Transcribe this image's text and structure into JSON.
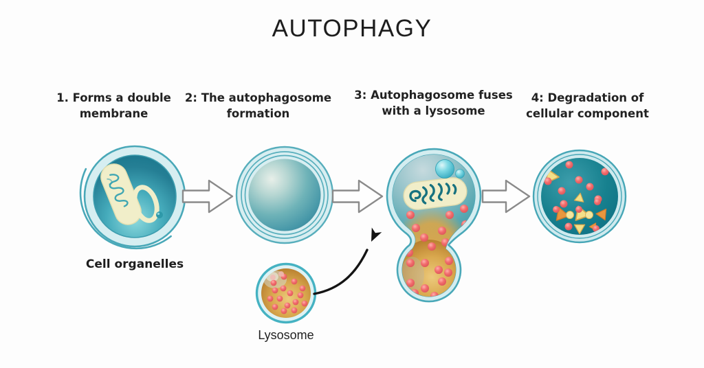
{
  "title": "AUTOPHAGY",
  "steps": [
    {
      "label": "1. Forms a double membrane"
    },
    {
      "label": "2: The autophagosome formation"
    },
    {
      "label": "3: Autophagosome fuses with a lysosome"
    },
    {
      "label": "4: Degradation of cellular component"
    }
  ],
  "captions": {
    "cell_organelles": "Cell organelles",
    "lysosome": "Lysosome"
  },
  "colors": {
    "background": "#fdfdfd",
    "text": "#1d1d1d",
    "membrane_fill": "#d6eef1",
    "membrane_stroke": "#49a8b8",
    "cell_teal_dark": "#1f7f94",
    "cell_teal_light": "#8edade",
    "organelle_cream": "#f1eec9",
    "cristae_teal": "#17727f",
    "lysosome_orange": "#d9a84e",
    "lysosome_brown": "#9c6d28",
    "enzyme_red": "#ee6a6c",
    "debris_yellow": "#f3e089",
    "step_arrow_outline": "#8a8a8a",
    "curved_arrow": "#141414"
  }
}
